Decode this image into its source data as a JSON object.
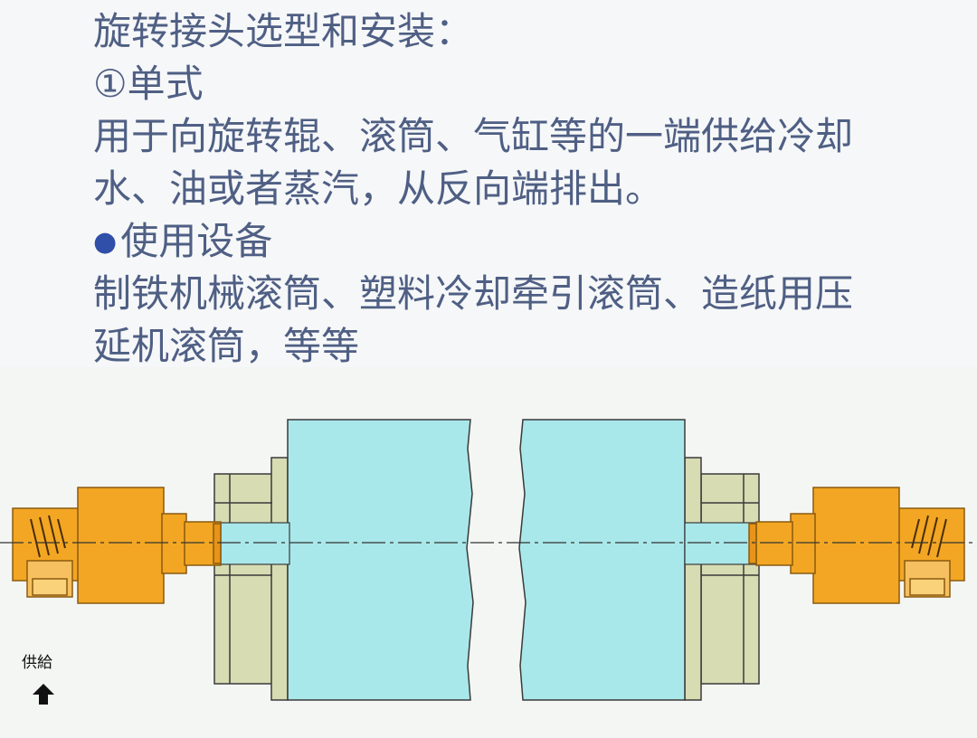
{
  "slide": {
    "title": "旋转接头选型和安装：",
    "subtitle": "①单式",
    "description_line1": "用于向旋转辊、滚筒、气缸等的一端供给冷却",
    "description_line2": "水、油或者蒸汽，从反向端排出。",
    "bullet_symbol": "●",
    "bullet_heading": "使用设备",
    "equipment_line1": "制铁机械滚筒、塑料冷却牵引滚筒、造纸用压",
    "equipment_line2": "延机滚筒，等等"
  },
  "diagram": {
    "supply_label": "供給",
    "colors": {
      "joint_orange": "#f3a623",
      "joint_stroke": "#8a5a10",
      "roller_cyan": "#a9e8ea",
      "bearing_khaki": "#d7dcb2",
      "outline": "#3a3a3a",
      "centerline": "#333333"
    },
    "icons": [
      "arrow-up-icon"
    ]
  }
}
